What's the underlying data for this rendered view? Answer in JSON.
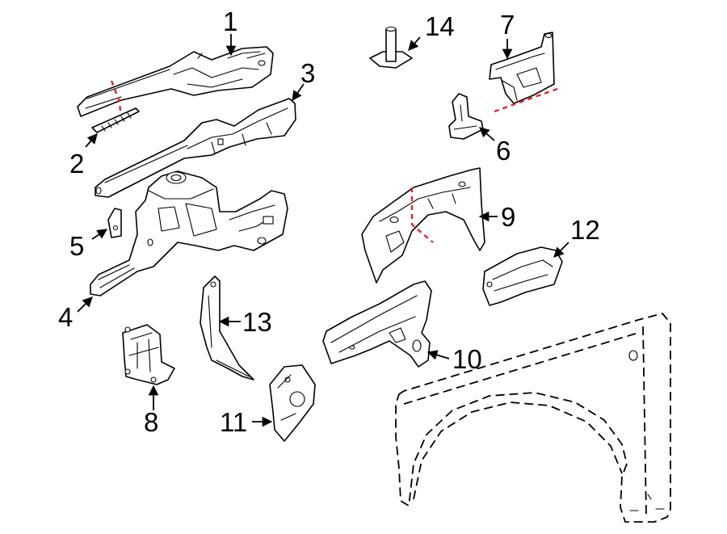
{
  "callouts": [
    {
      "id": "1",
      "label": "1"
    },
    {
      "id": "2",
      "label": "2"
    },
    {
      "id": "3",
      "label": "3"
    },
    {
      "id": "4",
      "label": "4"
    },
    {
      "id": "5",
      "label": "5"
    },
    {
      "id": "6",
      "label": "6"
    },
    {
      "id": "7",
      "label": "7"
    },
    {
      "id": "8",
      "label": "8"
    },
    {
      "id": "9",
      "label": "9"
    },
    {
      "id": "10",
      "label": "10"
    },
    {
      "id": "11",
      "label": "11"
    },
    {
      "id": "12",
      "label": "12"
    },
    {
      "id": "13",
      "label": "13"
    },
    {
      "id": "14",
      "label": "14"
    }
  ],
  "colors": {
    "line": "#000000",
    "cut_line": "#e8212a",
    "background": "#ffffff"
  }
}
